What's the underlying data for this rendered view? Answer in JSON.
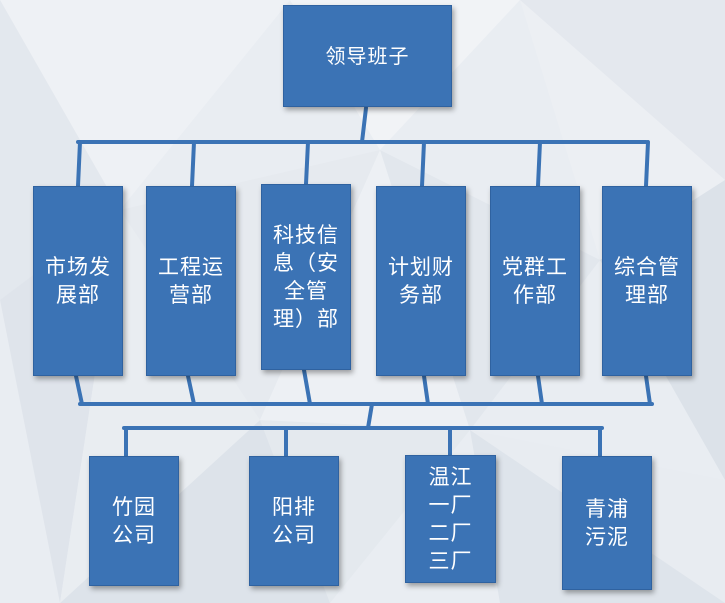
{
  "chart": {
    "top": {
      "label": "领导班子"
    },
    "departments": [
      {
        "label": "市场发\n展部"
      },
      {
        "label": "工程运\n营部"
      },
      {
        "label": "科技信\n息（安\n全管\n理）部"
      },
      {
        "label": "计划财\n务部"
      },
      {
        "label": "党群工\n作部"
      },
      {
        "label": "综合管\n理部"
      }
    ],
    "companies": [
      {
        "label": "竹园\n公司"
      },
      {
        "label": "阳排\n公司"
      },
      {
        "label": "温江\n一厂\n二厂\n三厂"
      },
      {
        "label": "青浦\n污泥"
      }
    ]
  },
  "colors": {
    "box_fill": "#3b73b5",
    "connector": "#3b73b5",
    "background": "#e9edf2"
  }
}
